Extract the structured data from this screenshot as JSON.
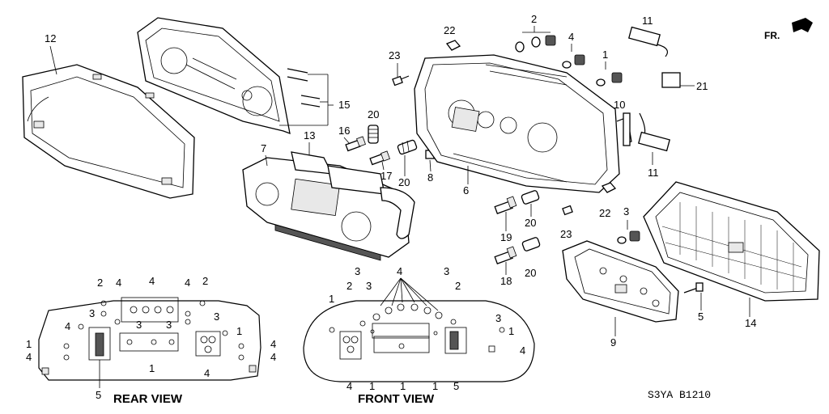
{
  "diagram_code": "S3YA B1210",
  "direction_label": "FR.",
  "views": {
    "rear": "REAR VIEW",
    "front": "FRONT VIEW"
  },
  "callouts": [
    {
      "id": "c12",
      "label": "12"
    },
    {
      "id": "c15",
      "label": "15"
    },
    {
      "id": "c13",
      "label": "13"
    },
    {
      "id": "c7",
      "label": "7"
    },
    {
      "id": "c16",
      "label": "16"
    },
    {
      "id": "c17",
      "label": "17"
    },
    {
      "id": "c20a",
      "label": "20"
    },
    {
      "id": "c20b",
      "label": "20"
    },
    {
      "id": "c8",
      "label": "8"
    },
    {
      "id": "c23a",
      "label": "23"
    },
    {
      "id": "c22a",
      "label": "22"
    },
    {
      "id": "c2",
      "label": "2"
    },
    {
      "id": "c4",
      "label": "4"
    },
    {
      "id": "c1",
      "label": "1"
    },
    {
      "id": "c11a",
      "label": "11"
    },
    {
      "id": "c21",
      "label": "21"
    },
    {
      "id": "c10",
      "label": "10"
    },
    {
      "id": "c11b",
      "label": "11"
    },
    {
      "id": "c6",
      "label": "6"
    },
    {
      "id": "c22b",
      "label": "22"
    },
    {
      "id": "c20c",
      "label": "20"
    },
    {
      "id": "c19",
      "label": "19"
    },
    {
      "id": "c23b",
      "label": "23"
    },
    {
      "id": "c20d",
      "label": "20"
    },
    {
      "id": "c18",
      "label": "18"
    },
    {
      "id": "c3",
      "label": "3"
    },
    {
      "id": "c9",
      "label": "9"
    },
    {
      "id": "c5",
      "label": "5"
    },
    {
      "id": "c14",
      "label": "14"
    }
  ],
  "rear_view_labels": [
    {
      "id": "r2a",
      "label": "2"
    },
    {
      "id": "r4a",
      "label": "4"
    },
    {
      "id": "r4b",
      "label": "4"
    },
    {
      "id": "r4c",
      "label": "4"
    },
    {
      "id": "r2b",
      "label": "2"
    },
    {
      "id": "r3a",
      "label": "3"
    },
    {
      "id": "r3b",
      "label": "3"
    },
    {
      "id": "r3c",
      "label": "3"
    },
    {
      "id": "r3d",
      "label": "3"
    },
    {
      "id": "r4d",
      "label": "4"
    },
    {
      "id": "r1a",
      "label": "1"
    },
    {
      "id": "r4e",
      "label": "4"
    },
    {
      "id": "r1b",
      "label": "1"
    },
    {
      "id": "r4f",
      "label": "4"
    },
    {
      "id": "r4g",
      "label": "4"
    },
    {
      "id": "r1c",
      "label": "1"
    },
    {
      "id": "r4h",
      "label": "4"
    },
    {
      "id": "r5",
      "label": "5"
    }
  ],
  "front_view_labels": [
    {
      "id": "f3a",
      "label": "3"
    },
    {
      "id": "f4",
      "label": "4"
    },
    {
      "id": "f3b",
      "label": "3"
    },
    {
      "id": "f2a",
      "label": "2"
    },
    {
      "id": "f3c",
      "label": "3"
    },
    {
      "id": "f2b",
      "label": "2"
    },
    {
      "id": "f1a",
      "label": "1"
    },
    {
      "id": "f3d",
      "label": "3"
    },
    {
      "id": "f1b",
      "label": "1"
    },
    {
      "id": "f4b",
      "label": "4"
    },
    {
      "id": "f4c",
      "label": "4"
    },
    {
      "id": "f1c",
      "label": "1"
    },
    {
      "id": "f1d",
      "label": "1"
    },
    {
      "id": "f1e",
      "label": "1"
    },
    {
      "id": "f5",
      "label": "5"
    }
  ]
}
